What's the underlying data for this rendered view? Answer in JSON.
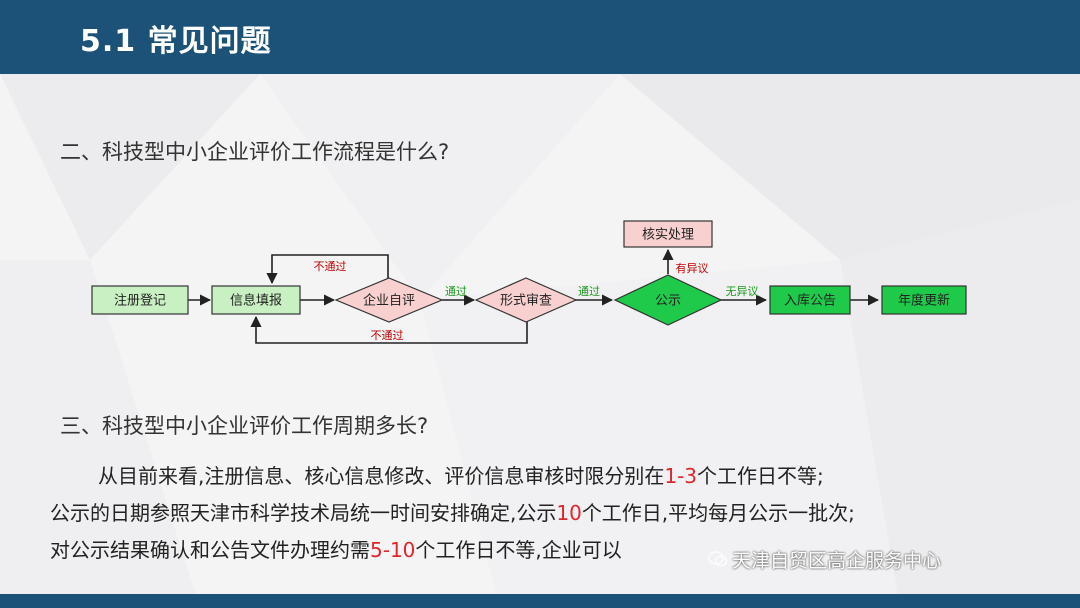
{
  "header": {
    "title": "5.1 常见问题"
  },
  "questions": {
    "q2": "二、科技型中小企业评价工作流程是什么?",
    "q3": "三、科技型中小企业评价工作周期多长?"
  },
  "flowchart": {
    "nodes": {
      "register": "注册登记",
      "fill_info": "信息填报",
      "self_eval": "企业自评",
      "formal_review": "形式审查",
      "publicity": "公示",
      "verify": "核实处理",
      "announce": "入库公告",
      "annual_update": "年度更新"
    },
    "edges": {
      "fail_self": "不通过",
      "pass_self": "通过",
      "fail_review": "不通过",
      "pass_review": "通过",
      "objection": "有异议",
      "no_objection": "无异议"
    }
  },
  "body": {
    "line1": {
      "a": "从目前来看,注册信息、核心信息修改、评价信息审核时限分别在",
      "hl": "1-3",
      "b": "个工作日不等;"
    },
    "line2": {
      "a": "公示的日期参照天津市科学技术局统一时间安排确定,公示",
      "hl": "10",
      "b": "个工作日,平均每月公示一批次;"
    },
    "line3": {
      "a": "对公示结果确认和公告文件办理约需",
      "hl": "5-10",
      "b": "个工作日不等,企业可以"
    }
  },
  "watermark": {
    "text": "天津自贸区高企服务中心"
  },
  "colors": {
    "header": "#1d5278",
    "pale_green": "#c9f0c2",
    "pink": "#f8d0d0",
    "bright_green": "#1fc94a",
    "highlight_red": "#e0252b"
  }
}
